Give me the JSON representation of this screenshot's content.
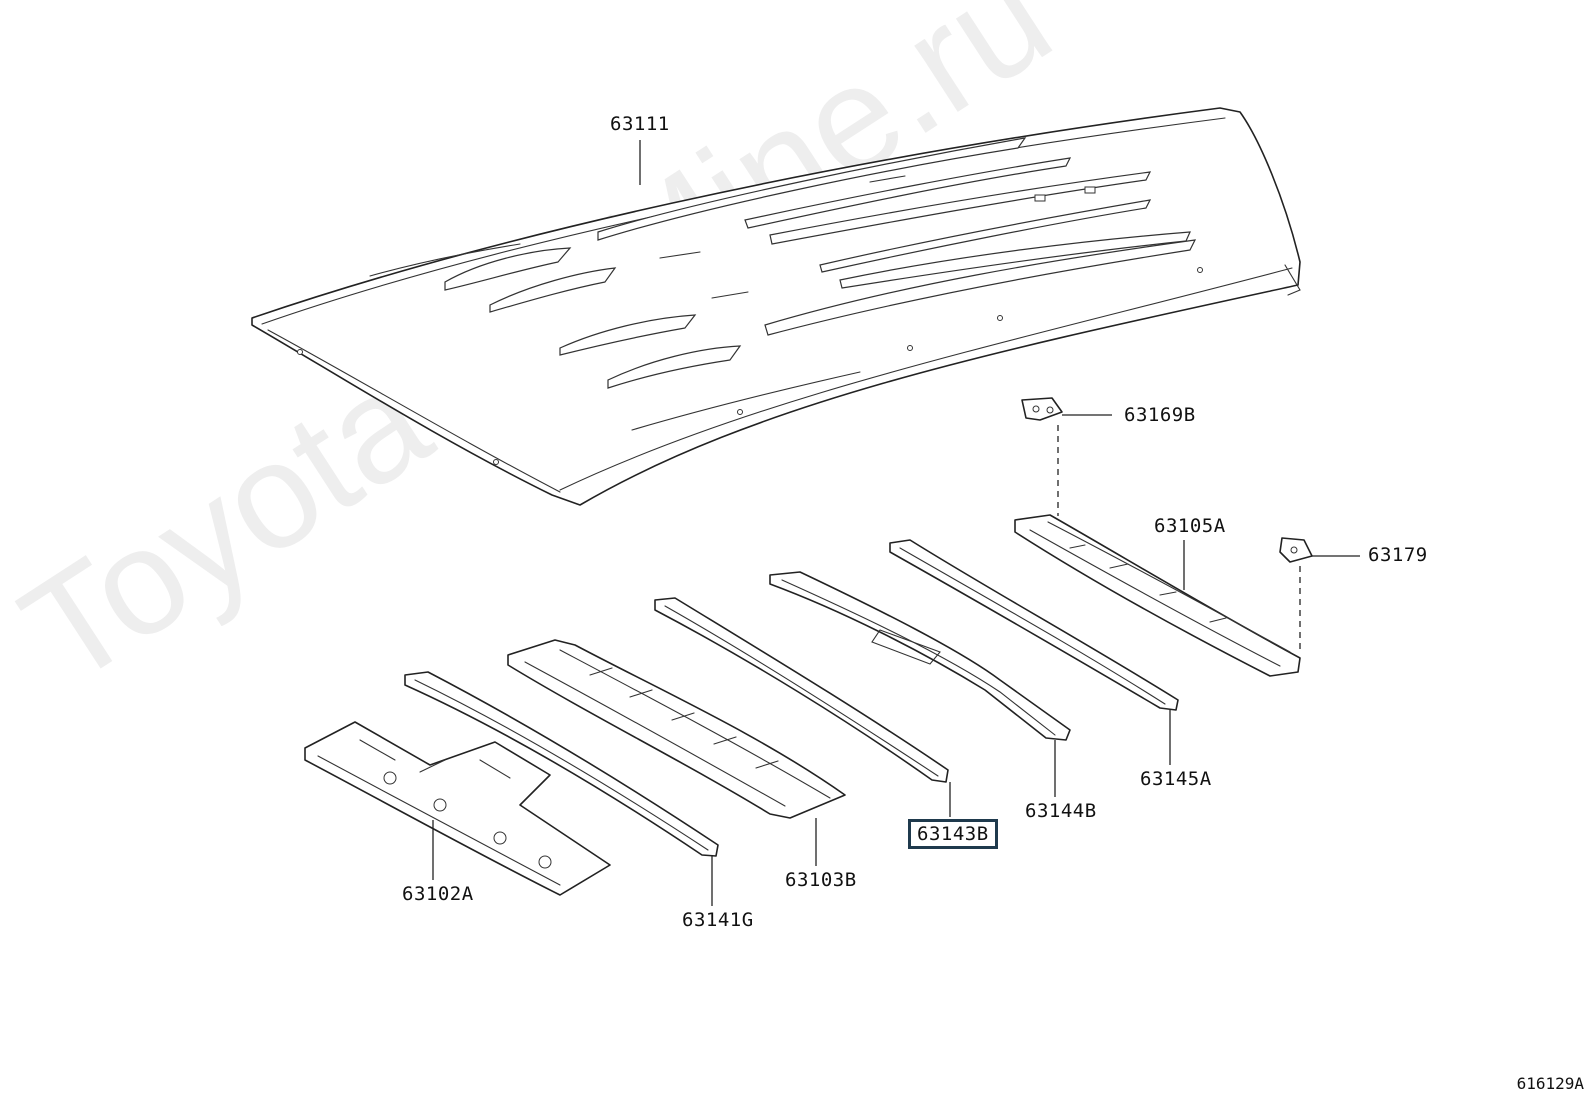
{
  "watermark": "ToyotaCarMine.ru",
  "diagram_id": "616129A",
  "callouts": {
    "roof_panel": "63111",
    "roof_reinforcement_pad": "63169B",
    "rear_roof_header": "63105A",
    "rear_reinforcement_pad": "63179",
    "roof_bow_145": "63145A",
    "roof_bow_144": "63144B",
    "roof_bow_143": "63143B",
    "roof_bow_103": "63103B",
    "roof_bow_141": "63141G",
    "front_header": "63102A"
  },
  "highlighted_callout": "63143B"
}
